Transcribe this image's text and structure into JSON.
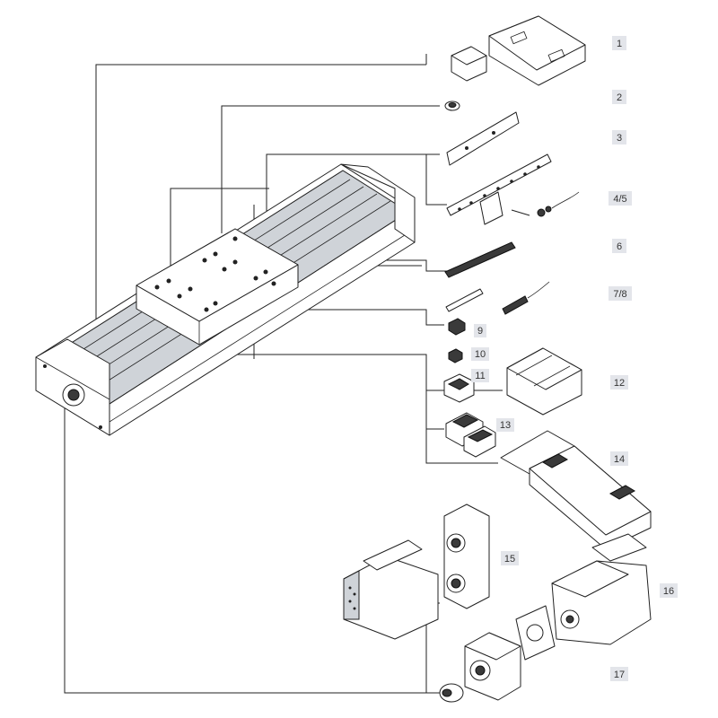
{
  "callouts": [
    {
      "id": "1",
      "label": "1"
    },
    {
      "id": "2",
      "label": "2"
    },
    {
      "id": "3",
      "label": "3"
    },
    {
      "id": "4-5",
      "label": "4/5"
    },
    {
      "id": "6",
      "label": "6"
    },
    {
      "id": "7-8",
      "label": "7/8"
    },
    {
      "id": "9",
      "label": "9"
    },
    {
      "id": "10",
      "label": "10"
    },
    {
      "id": "11",
      "label": "11"
    },
    {
      "id": "12",
      "label": "12"
    },
    {
      "id": "13",
      "label": "13"
    },
    {
      "id": "14",
      "label": "14"
    },
    {
      "id": "15",
      "label": "15"
    },
    {
      "id": "16",
      "label": "16"
    },
    {
      "id": "17",
      "label": "17"
    }
  ],
  "colors": {
    "callout_box": "#e3e5ea",
    "line": "#222222",
    "part_fill": "#ffffff",
    "dark_part": "#3a3a3a"
  }
}
